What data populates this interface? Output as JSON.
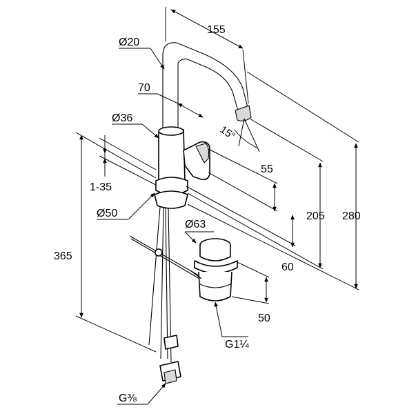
{
  "dimensions": {
    "spout_reach": "155",
    "spout_diameter": "Ø20",
    "lever_offset": "70",
    "body_diameter": "Ø36",
    "spout_angle": "15°",
    "lever_height": "55",
    "deck_thickness": "1-35",
    "base_diameter": "Ø50",
    "waste_diameter": "Ø63",
    "outlet_height": "205",
    "total_height": "280",
    "installation_depth": "365",
    "spout_height_offset": "60",
    "waste_depth": "50",
    "waste_thread": "G1¼",
    "supply_thread": "G⅜"
  }
}
